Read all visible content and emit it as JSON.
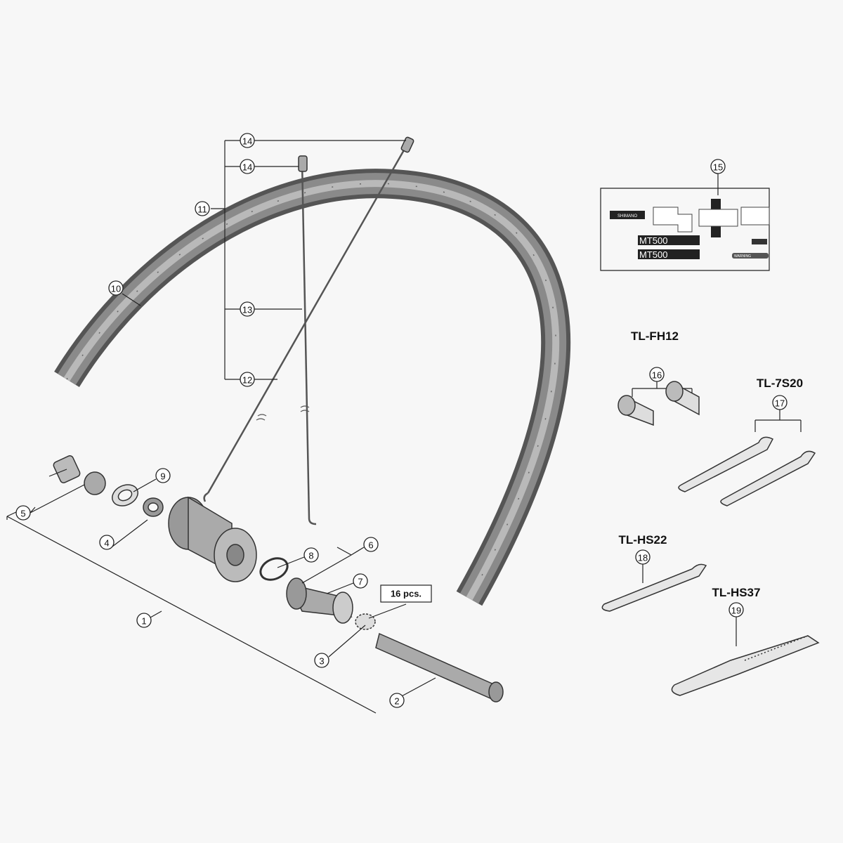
{
  "callouts": {
    "c1": "1",
    "c2": "2",
    "c3": "3",
    "c4": "4",
    "c5": "5",
    "c6": "6",
    "c7": "7",
    "c8": "8",
    "c9": "9",
    "c10": "10",
    "c11": "11",
    "c12": "12",
    "c13": "13",
    "c14a": "14",
    "c14b": "14",
    "c15": "15",
    "c16": "16",
    "c17": "17",
    "c18": "18",
    "c19": "19"
  },
  "tools": {
    "t16": "TL-FH12",
    "t17": "TL-7S20",
    "t18": "TL-HS22",
    "t19": "TL-HS37"
  },
  "quantity_note": "16 pcs.",
  "decal": {
    "brand": "SHIMANO",
    "model_1": "MT500",
    "model_2": "MT500",
    "warning": "WARNING"
  }
}
